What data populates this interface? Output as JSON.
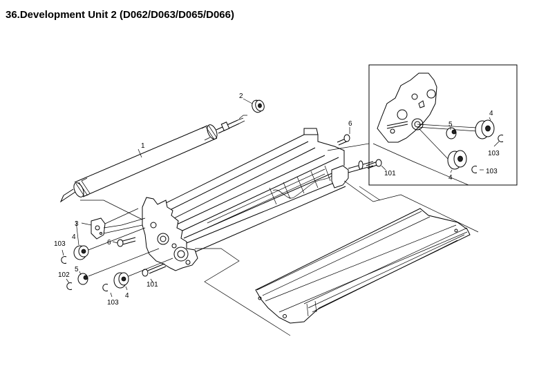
{
  "title": "36.Development Unit 2 (D062/D063/D065/D066)",
  "callouts": {
    "c1": "1",
    "c2": "2",
    "c3": "3",
    "c4a": "4",
    "c4b": "4",
    "c4c": "4",
    "c4d": "4",
    "c5a": "5",
    "c5b": "5",
    "c6a": "6",
    "c6b": "6",
    "c101a": "101",
    "c101b": "101",
    "c102": "102",
    "c103a": "103",
    "c103b": "103",
    "c103c": "103",
    "c103d": "103"
  }
}
